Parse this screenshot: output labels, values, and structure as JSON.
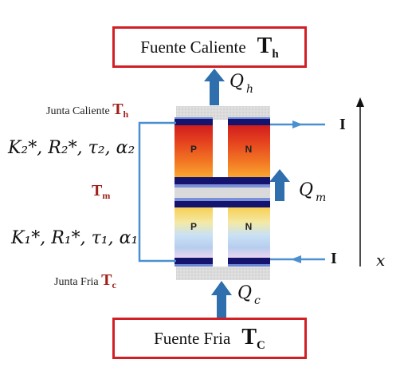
{
  "hot_source": {
    "label": "Fuente Caliente",
    "symbol": "T",
    "subscript": "h"
  },
  "cold_source": {
    "label": "Fuente Fria",
    "symbol": "T",
    "subscript": "C"
  },
  "hot_junction": {
    "label": "Junta Caliente",
    "symbol": "T",
    "subscript": "h"
  },
  "cold_junction": {
    "label": "Junta Fria",
    "symbol": "T",
    "subscript": "c"
  },
  "middle_temp": {
    "symbol": "T",
    "subscript": "m"
  },
  "upper_params": "K₂*, R₂*, τ₂, α₂",
  "lower_params": "K₁*, R₁*, τ₁, α₁",
  "heat_flows": {
    "hot": {
      "symbol": "Q",
      "subscript": "h"
    },
    "middle": {
      "symbol": "Q",
      "subscript": "m"
    },
    "cold": {
      "symbol": "Q",
      "subscript": "c"
    }
  },
  "current_label": "I",
  "axis_label": "x",
  "legs": {
    "p_label": "P",
    "n_label": "N"
  },
  "colors": {
    "border_red": "#d21f26",
    "arrow_blue": "#2f6fad",
    "wire_blue": "#4a90d0",
    "strip_navy": "#14146e",
    "label_red": "#a0201a"
  }
}
